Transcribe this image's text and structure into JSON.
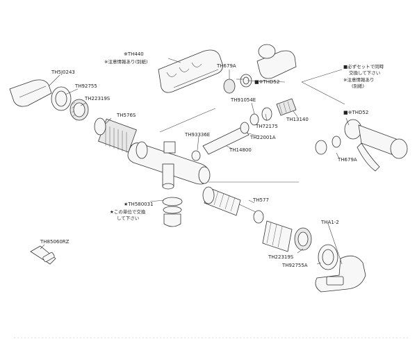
{
  "labels": {
    "th440": "※TH440",
    "th440_note": "※注意情報あり(別紙)",
    "th5j0243": "TH5J0243",
    "th92755": "TH92755",
    "th22319s_top": "TH22319S",
    "th576s": "TH576S",
    "th679a_top": "TH679A",
    "thd52_top": "■※THD52",
    "set_note_1": "■必ずセットで同時",
    "set_note_2": "交換して下さい",
    "set_note_3": "※注意情報あり",
    "set_note_4": "(別紙)",
    "th91054e": "TH91054E",
    "th72175": "TH72175",
    "th13140": "TH13140",
    "thd52_right": "■※THD52",
    "th22001a": "TH22001A",
    "th93336e": "TH93336E",
    "th14800": "TH14800",
    "th679a_right": "TH679A",
    "th577": "TH577",
    "th580031": "★TH580031",
    "unit_note_1": "★この単位で交換",
    "unit_note_2": "して下さい",
    "tha1_2": "THA1-2",
    "th22319s_bottom": "TH22319S",
    "th92755a": "TH92755A",
    "th85060rz": "TH85060RZ"
  }
}
